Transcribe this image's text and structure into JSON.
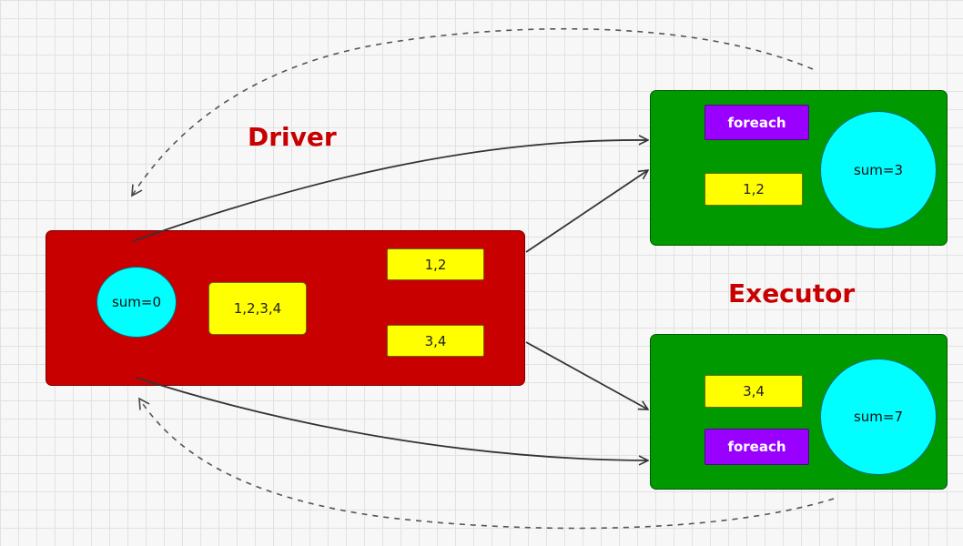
{
  "colors": {
    "driver_box": "#c80000",
    "executor_box": "#009a00",
    "data_chip": "#ffff00",
    "foreach_chip": "#9a00ff",
    "sum_circle": "#00ffff",
    "title_text": "#c80000"
  },
  "labels": {
    "driver": "Driver",
    "executor": "Executor"
  },
  "driver": {
    "sum": "sum=0",
    "data": "1,2,3,4",
    "partition_a": "1,2",
    "partition_b": "3,4"
  },
  "executor_top": {
    "action": "foreach",
    "data": "1,2",
    "sum": "sum=3"
  },
  "executor_bottom": {
    "action": "foreach",
    "data": "3,4",
    "sum": "sum=7"
  }
}
